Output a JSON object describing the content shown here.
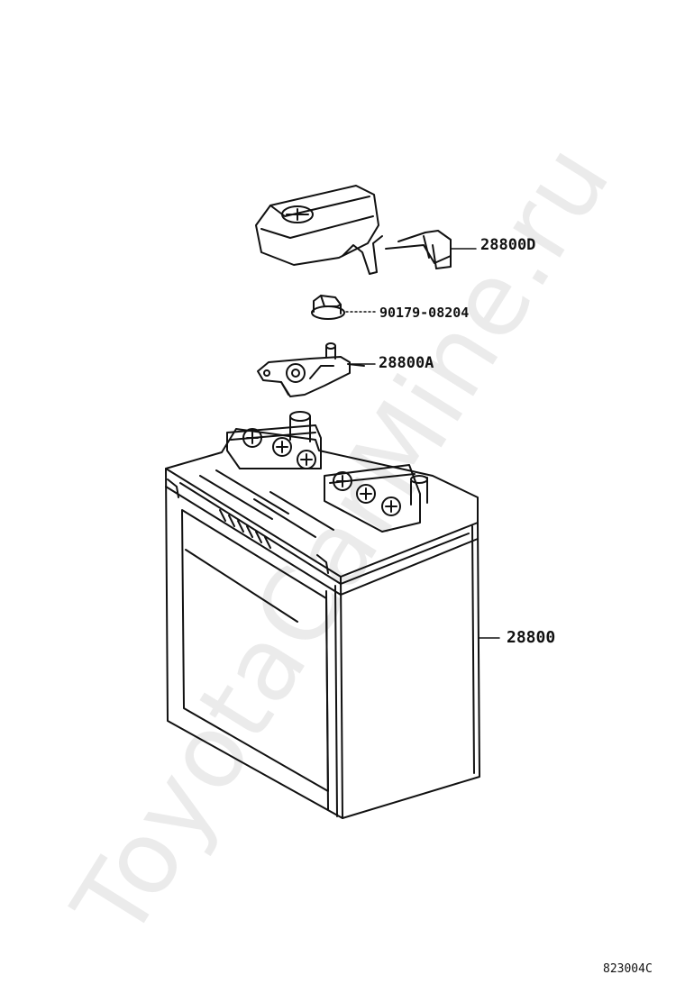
{
  "diagram": {
    "parts": [
      {
        "id": "terminal-cover",
        "label": "28800D"
      },
      {
        "id": "nut",
        "label": "90179-08204"
      },
      {
        "id": "terminal-clamp",
        "label": "28800A"
      },
      {
        "id": "battery",
        "label": "28800"
      }
    ],
    "code": "823004C"
  },
  "watermark": "ToyotaCarMine.ru"
}
